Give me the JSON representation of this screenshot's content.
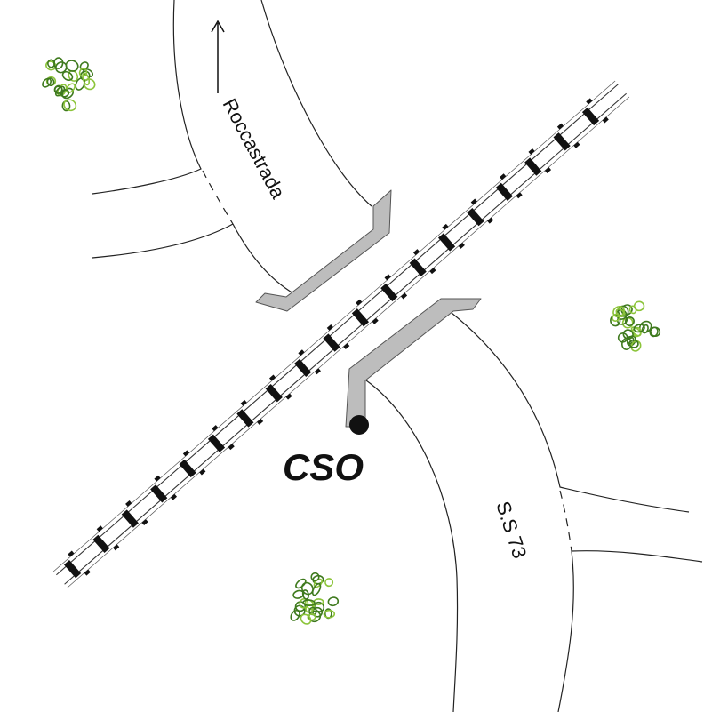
{
  "map": {
    "labels": {
      "road_north": "Roccastrada",
      "road_south": "S.S 73",
      "station": "CSO"
    },
    "colors": {
      "tree_dark": "#3f7a1e",
      "tree_light": "#8cc43a",
      "abutment": "#bdbdbd",
      "station_dot": "#111111"
    },
    "icons": [
      "arrow-up-icon",
      "tree-icon",
      "station-marker-icon"
    ]
  }
}
